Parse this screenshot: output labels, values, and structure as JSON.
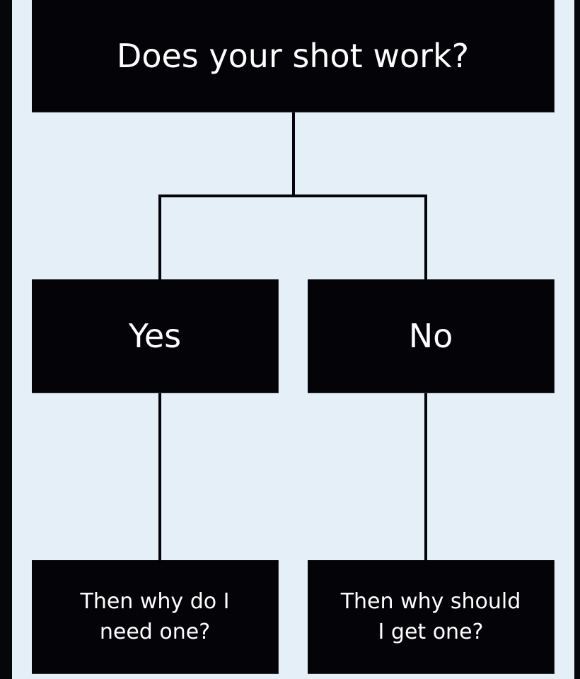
{
  "flowchart": {
    "question": "Does your shot work?",
    "branches": [
      {
        "label": "Yes",
        "answer": "Then why do I\nneed one?"
      },
      {
        "label": "No",
        "answer": "Then why should\nI get one?"
      }
    ]
  },
  "colors": {
    "background": "#e4eff8",
    "box": "#040408",
    "text": "#ffffff"
  }
}
